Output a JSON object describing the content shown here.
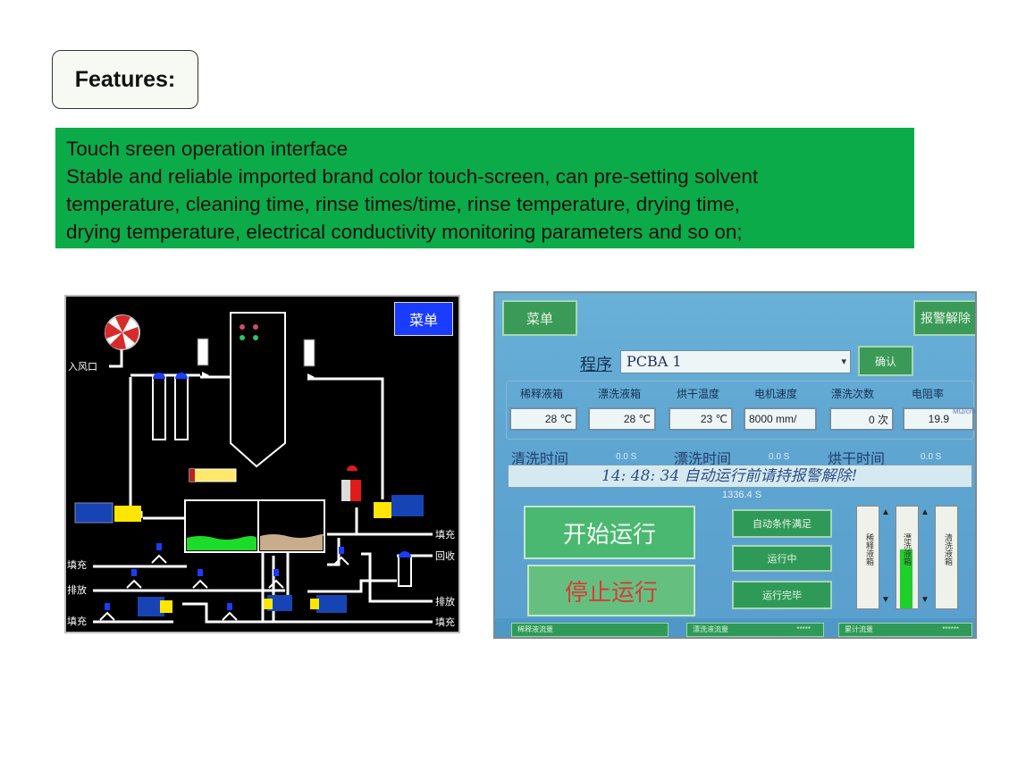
{
  "features_title": "Features:",
  "description": {
    "lines": [
      "Touch sreen  operation interface",
      " Stable and reliable imported brand color touch-screen, can pre-setting solvent",
      "temperature, cleaning time, rinse times/time, rinse temperature, drying time,",
      "drying temperature, electrical conductivity monitoring parameters and so on;"
    ]
  },
  "left_panel": {
    "menu_button": "菜单",
    "air_inlet_label": "入风口",
    "labels_left": [
      "填充",
      "排放",
      "填充"
    ],
    "labels_right": [
      "填充",
      "回收",
      "排放",
      "填充"
    ]
  },
  "right_panel": {
    "menu_button": "菜单",
    "alarm_reset_button": "报警解除",
    "program_label": "程序",
    "program_value": "PCBA 1",
    "confirm_button": "确认",
    "param_headers": [
      "稀释液箱",
      "漂洗液箱",
      "烘干温度",
      "电机速度",
      "漂洗次数",
      "电阻率"
    ],
    "param_values": [
      "28 ℃",
      "28 ℃",
      "23 ℃",
      "8000 mm/",
      "0 次",
      "19.9"
    ],
    "resistivity_unit": "MΩ/cm",
    "timers": [
      {
        "label": "清洗时间",
        "value": "0.0 S"
      },
      {
        "label": "漂洗时间",
        "value": "0.0 S"
      },
      {
        "label": "烘干时间",
        "value": "0.0 S"
      }
    ],
    "status_message": "14: 48: 34   自动运行前请持报警解除!",
    "counter_value": "1336.4 S",
    "start_button": "开始运行",
    "stop_button": "停止运行",
    "indicators": [
      "自动条件满足",
      "运行中",
      "运行完毕"
    ],
    "level_labels": [
      "稀释液箱",
      "漂洗液箱",
      "清洗液箱"
    ],
    "level_fill": [
      0.0,
      0.58,
      0.0
    ],
    "footer_fields": [
      {
        "label": "稀释液流量",
        "value": ""
      },
      {
        "label": "漂洗液流量",
        "value": "*****"
      },
      {
        "label": "累计流量",
        "value": "******"
      }
    ]
  }
}
